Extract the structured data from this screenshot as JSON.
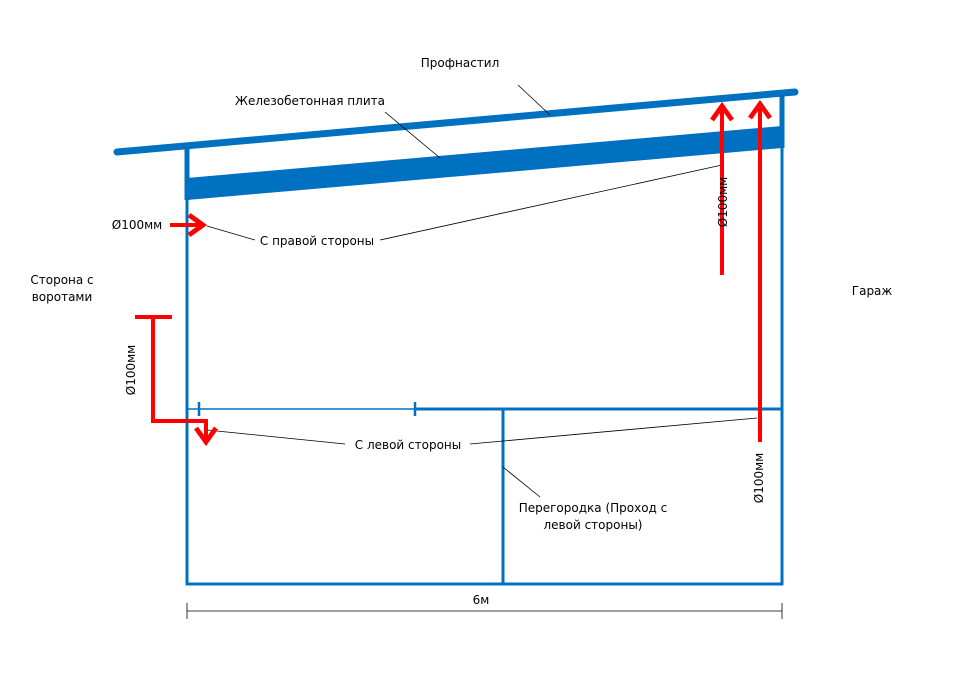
{
  "labels": {
    "profnastil": "Профнастил",
    "slab": "Железобетонная плита",
    "right_side": "С правой стороны",
    "left_side": "С левой стороны",
    "gate_side_line1": "Сторона с",
    "gate_side_line2": "воротами",
    "garage": "Гараж",
    "partition_line1": "Перегородка (Проход с",
    "partition_line2": "левой стороны)",
    "width": "6м",
    "pipe_left_top": "Ø100мм",
    "pipe_left": "Ø100мм",
    "pipe_right_top": "Ø100мм",
    "pipe_right_bottom": "Ø100мм"
  },
  "colors": {
    "structure": "#0070C0",
    "pipe": "#FF0000",
    "leader": "#000000"
  }
}
